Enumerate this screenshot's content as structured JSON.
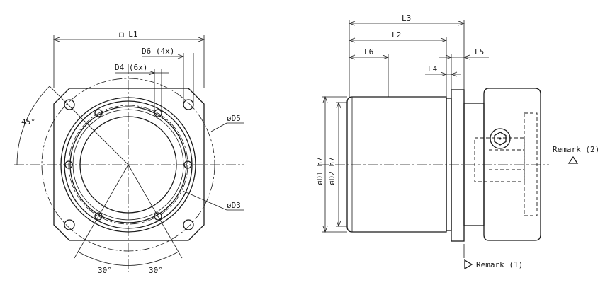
{
  "front_view": {
    "dim_L1": "□ L1",
    "dim_D6": "D6 (4x)",
    "dim_D4": "D4 (6x)",
    "dim_D5": "øD5",
    "dim_D3": "øD3",
    "angle_45": "45°",
    "angle_30_left": "30°",
    "angle_30_right": "30°"
  },
  "side_view": {
    "dim_L3": "L3",
    "dim_L2": "L2",
    "dim_L6": "L6",
    "dim_L5": "L5",
    "dim_L4": "L4",
    "dim_D1": "øD1 h7",
    "dim_D2": "øD2 h7",
    "remark_1": "Remark (1)",
    "remark_2": "Remark (2)"
  }
}
